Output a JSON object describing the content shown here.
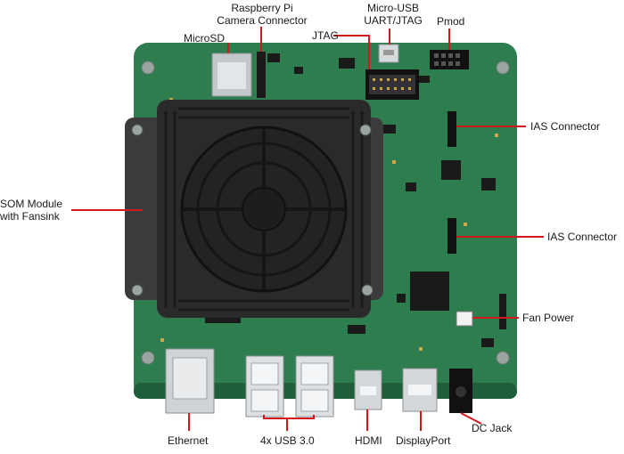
{
  "colors": {
    "pcb": "#2e7d4f",
    "pcb_dark": "#1f5e3a",
    "heatsink": "#2a2a2a",
    "callout_line": "#d4161d",
    "metal": "#cfd3d6",
    "text": "#1a1a1a"
  },
  "labels": {
    "raspberry_pi_camera": "Raspberry Pi\nCamera Connector",
    "microsd": "MicroSD",
    "jtag": "JTAG",
    "micro_usb": "Micro-USB\nUART/JTAG",
    "pmod": "Pmod",
    "ias_connector_top": "IAS Connector",
    "som_module": "SOM Module\nwith Fansink",
    "ias_connector_mid": "IAS Connector",
    "fan_power": "Fan Power",
    "ethernet": "Ethernet",
    "usb3": "4x USB 3.0",
    "hdmi": "HDMI",
    "displayport": "DisplayPort",
    "dc_jack": "DC Jack"
  }
}
